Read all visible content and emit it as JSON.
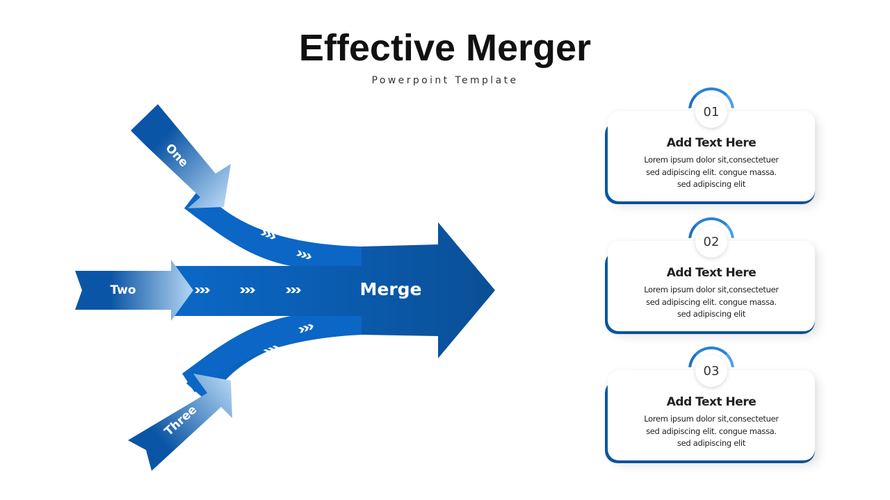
{
  "header": {
    "title": "Effective Merger",
    "subtitle": "Powerpoint Template"
  },
  "diagram": {
    "inputs": [
      {
        "label": "One"
      },
      {
        "label": "Two"
      },
      {
        "label": "Three"
      }
    ],
    "output": {
      "label": "Merge"
    },
    "colors": {
      "primary": "#0a62be",
      "dark": "#0a4f96",
      "light": "#a9cdef"
    }
  },
  "cards": [
    {
      "number": "01",
      "title": "Add Text Here",
      "lines": [
        "Lorem ipsum dolor sit,consectetuer",
        "sed adipiscing elit. congue massa.",
        "sed adipiscing elit"
      ]
    },
    {
      "number": "02",
      "title": "Add Text Here",
      "lines": [
        "Lorem ipsum dolor sit,consectetuer",
        "sed adipiscing elit. congue massa.",
        "sed adipiscing elit"
      ]
    },
    {
      "number": "03",
      "title": "Add Text Here",
      "lines": [
        "Lorem ipsum dolor sit,consectetuer",
        "sed adipiscing elit. congue massa.",
        "sed adipiscing elit"
      ]
    }
  ]
}
